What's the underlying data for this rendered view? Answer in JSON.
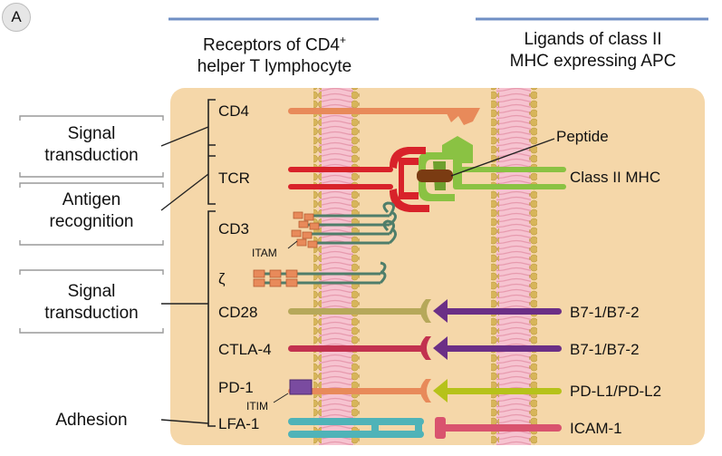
{
  "panel_letter": "A",
  "headers": {
    "receptors_line1": "Receptors of CD4",
    "receptors_sup": "+",
    "receptors_line2": "helper T lymphocyte",
    "ligands_line1": "Ligands of class II",
    "ligands_line2": "MHC expressing APC"
  },
  "left_labels": {
    "signal1_l1": "Signal",
    "signal1_l2": "transduction",
    "antigen_l1": "Antigen",
    "antigen_l2": "recognition",
    "signal2_l1": "Signal",
    "signal2_l2": "transduction",
    "adhesion": "Adhesion"
  },
  "receptors": {
    "cd4": "CD4",
    "tcr": "TCR",
    "cd3": "CD3",
    "itam": "ITAM",
    "zeta": "ζ",
    "cd28": "CD28",
    "ctla4": "CTLA-4",
    "pd1": "PD-1",
    "itim": "ITIM",
    "lfa1": "LFA-1"
  },
  "ligands": {
    "peptide": "Peptide",
    "class2": "Class II MHC",
    "b7_1": "B7-1/B7-2",
    "b7_2": "B7-1/B7-2",
    "pdl": "PD-L1/PD-L2",
    "icam": "ICAM-1"
  },
  "colors": {
    "cell_bg": "#f5d7a9",
    "membrane": "#f2b6c6",
    "bead": "#d7b55a",
    "cd4": "#e88a5a",
    "tcr": "#d8222a",
    "mhc": "#8ac243",
    "peptide": "#7a3b12",
    "cd3": "#4f7e6a",
    "itam_box": "#e88a5a",
    "cd28": "#b6a85a",
    "b7": "#6b2f86",
    "ctla4": "#c2314f",
    "pd1": "#e88a5a",
    "pdl": "#b6c21a",
    "itim": "#7a4ba0",
    "lfa1": "#4fb3b8",
    "icam": "#d9536e",
    "bracket_lines": "#666666"
  }
}
